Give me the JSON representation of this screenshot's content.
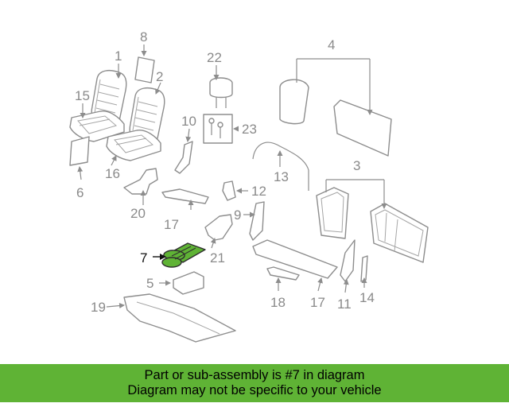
{
  "diagram": {
    "highlight_color": "#5fb335",
    "callouts": {
      "c1": "1",
      "c2": "2",
      "c3": "3",
      "c4": "4",
      "c5": "5",
      "c6": "6",
      "c7": "7",
      "c8": "8",
      "c9": "9",
      "c10": "10",
      "c11": "11",
      "c12": "12",
      "c13": "13",
      "c14": "14",
      "c15": "15",
      "c16": "16",
      "c17a": "17",
      "c17b": "17",
      "c18": "18",
      "c19": "19",
      "c20": "20",
      "c21": "21",
      "c22": "22",
      "c23": "23"
    }
  },
  "banner": {
    "line1": "Part or sub-assembly is #7 in diagram",
    "line2": "Diagram may not be specific to your vehicle",
    "background": "#5fb335"
  }
}
